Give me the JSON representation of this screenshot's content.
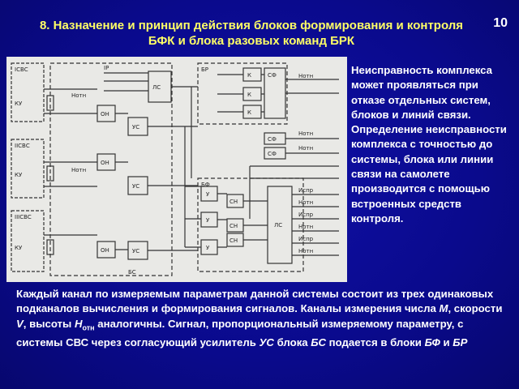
{
  "slide": {
    "title": "8. Назначение и принцип действия блоков формирования и контроля БФК и блока разовых команд БРК",
    "page_number": "10",
    "side_text": "Неисправность комплекса может проявляться при отказе отдельных систем, блоков и линий связи. Определение неисправности комплекса с точностью до системы, блока или линии связи на самолете производится с помощью встроенных средств контроля.",
    "bottom_text": {
      "part1": "Каждый канал по измеряемым параметрам данной системы состоит из трех одинаковых подканалов вычисления и формирования сигналов. Каналы измерения числа ",
      "M": "M",
      "part2": ", скорости ",
      "V": "V",
      "part3": ", высоты ",
      "H": "H",
      "H_sub": "отн",
      "part4": " аналогичны. Сигнал, пропорциональный измеряемому параметру, с системы СВС через согласующий усилитель ",
      "US": "УС",
      "part5": " блока ",
      "BS": "БС",
      "part6": " подается в блоки ",
      "BF": "БФ",
      "part7": " и ",
      "BR": "БР"
    }
  },
  "diagram": {
    "labels": {
      "isvs": "ІСВС",
      "iisvs": "ІІСВС",
      "iiisvs": "ІІІСВС",
      "ir": "ІР",
      "br": "БР",
      "sf": "СФ",
      "bs": "БС",
      "bf": "БФ",
      "ls": "ЛС",
      "ky": "КУ",
      "on": "ОН",
      "us": "УС",
      "u": "У",
      "sn": "СН",
      "k": "К",
      "hotn": "Нотн",
      "ispr": "Испр"
    }
  }
}
